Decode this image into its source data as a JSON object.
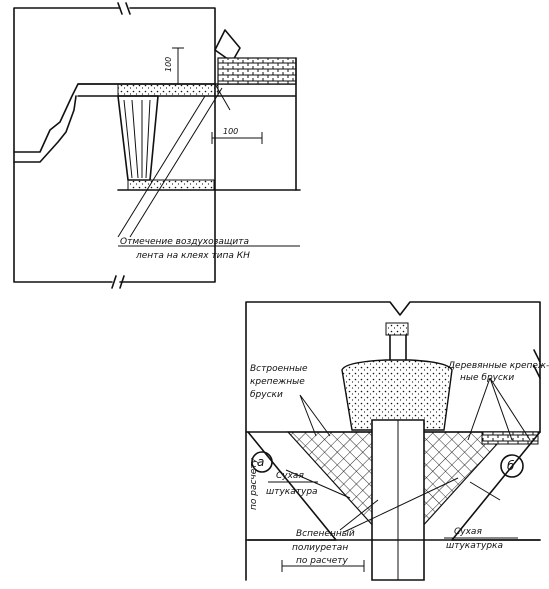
{
  "top_detail": {
    "dim_vertical": "100",
    "dim_horizontal": "100",
    "callout_line1": "Отмечение воздухозащита",
    "callout_line2": "лента на клеях типа КН"
  },
  "bottom_detail": {
    "label_left_insert": "Встроенные",
    "label_left_insert_2": "крепежные",
    "label_left_insert_3": "бруски",
    "label_right_bars": "Деревянные крепеж-",
    "label_right_bars_2": "ные бруски",
    "circle_a": "а",
    "circle_b": "б",
    "dry_plaster_left_1": "Сухая",
    "dry_plaster_left_2": "штукатура",
    "dry_plaster_right_1": "Сухая",
    "dry_plaster_right_2": "штукатурка",
    "foam_1": "Вспененный",
    "foam_2": "полиуретан",
    "by_calc_vertical": "по расчету",
    "by_calc_horizontal": "по расчету"
  }
}
